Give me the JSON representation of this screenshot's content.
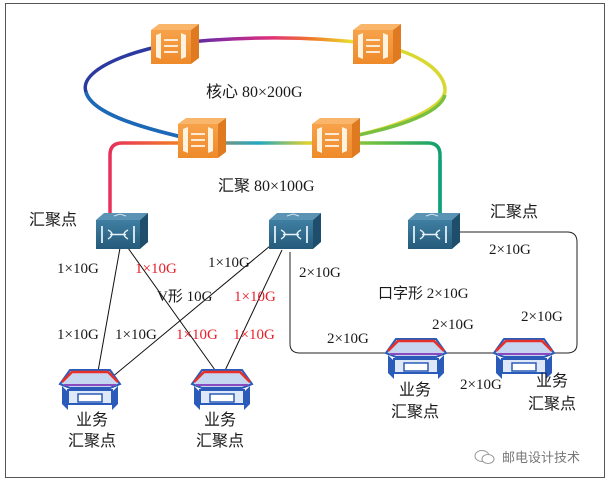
{
  "layers": {
    "core": {
      "label": "核心 80×200G"
    },
    "aggregation": {
      "label": "汇聚 80×100G"
    }
  },
  "nodes": {
    "agg_left_label": "汇聚点",
    "agg_right_label": "汇聚点",
    "service_nodes": [
      {
        "line1": "业务",
        "line2": "汇聚点"
      },
      {
        "line1": "业务",
        "line2": "汇聚点"
      },
      {
        "line1": "业务",
        "line2": "汇聚点"
      },
      {
        "line1": "业务",
        "line2": "汇聚点"
      }
    ]
  },
  "links": {
    "v_shape": {
      "title": "V形 10G",
      "left_top_black": "1×10G",
      "left_top_red": "1×10G",
      "mid_top_black": "1×10G",
      "mid_red": "1×10G",
      "bottom": [
        {
          "text": "1×10G",
          "color": "black"
        },
        {
          "text": "1×10G",
          "color": "black"
        },
        {
          "text": "1×10G",
          "color": "red"
        },
        {
          "text": "1×10G",
          "color": "red"
        }
      ]
    },
    "mouth_shape": {
      "title": "口字形 2×10G",
      "labels": [
        "2×10G",
        "2×10G",
        "2×10G",
        "2×10G",
        "2×10G",
        "2×10G"
      ]
    }
  },
  "colors": {
    "core_router": "#f0943a",
    "switch": "#2f6c8e",
    "service_ring": "#2a5bb8",
    "service_accent": "#e8302a",
    "red_label": "#e8202a"
  },
  "watermark": {
    "text": "邮电设计技术"
  }
}
